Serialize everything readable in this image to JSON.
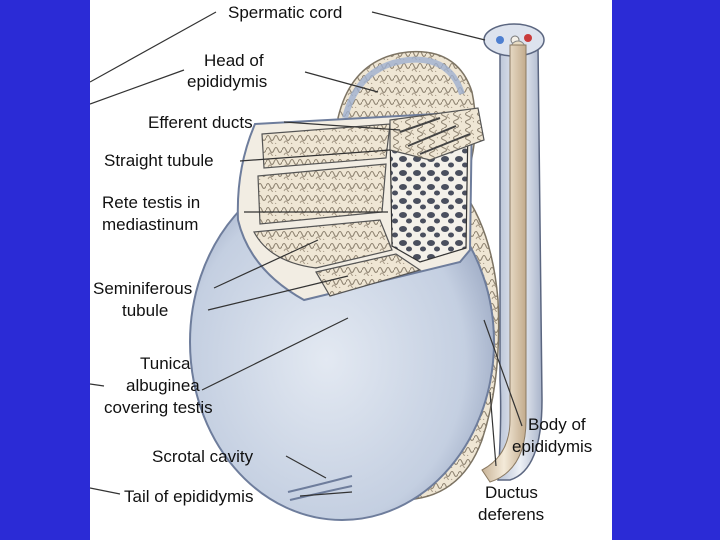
{
  "labels": {
    "spermatic_cord": "Spermatic cord",
    "head_of_epididymis": [
      "Head of",
      "epididymis"
    ],
    "efferent_ducts": "Efferent ducts",
    "straight_tubule": "Straight tubule",
    "rete_testis": [
      "Rete testis in",
      "mediastinum"
    ],
    "seminiferous_tubule": [
      "Seminiferous",
      "tubule"
    ],
    "tunica_albuginea": [
      "Tunica",
      "albuginea",
      "covering testis"
    ],
    "scrotal_cavity": "Scrotal cavity",
    "tail_of_epididymis": "Tail of epididymis",
    "body_of_epididymis": [
      "Body of",
      "epididymis"
    ],
    "ductus_deferens": [
      "Ductus",
      "deferens"
    ]
  },
  "colors": {
    "background": "#2b2bd6",
    "panel": "#ffffff",
    "testis_fill": "#c9d3e4",
    "tubule_fill": "#efe6d4",
    "tubule_line": "#9a8f7e",
    "leader_line": "#333333"
  }
}
